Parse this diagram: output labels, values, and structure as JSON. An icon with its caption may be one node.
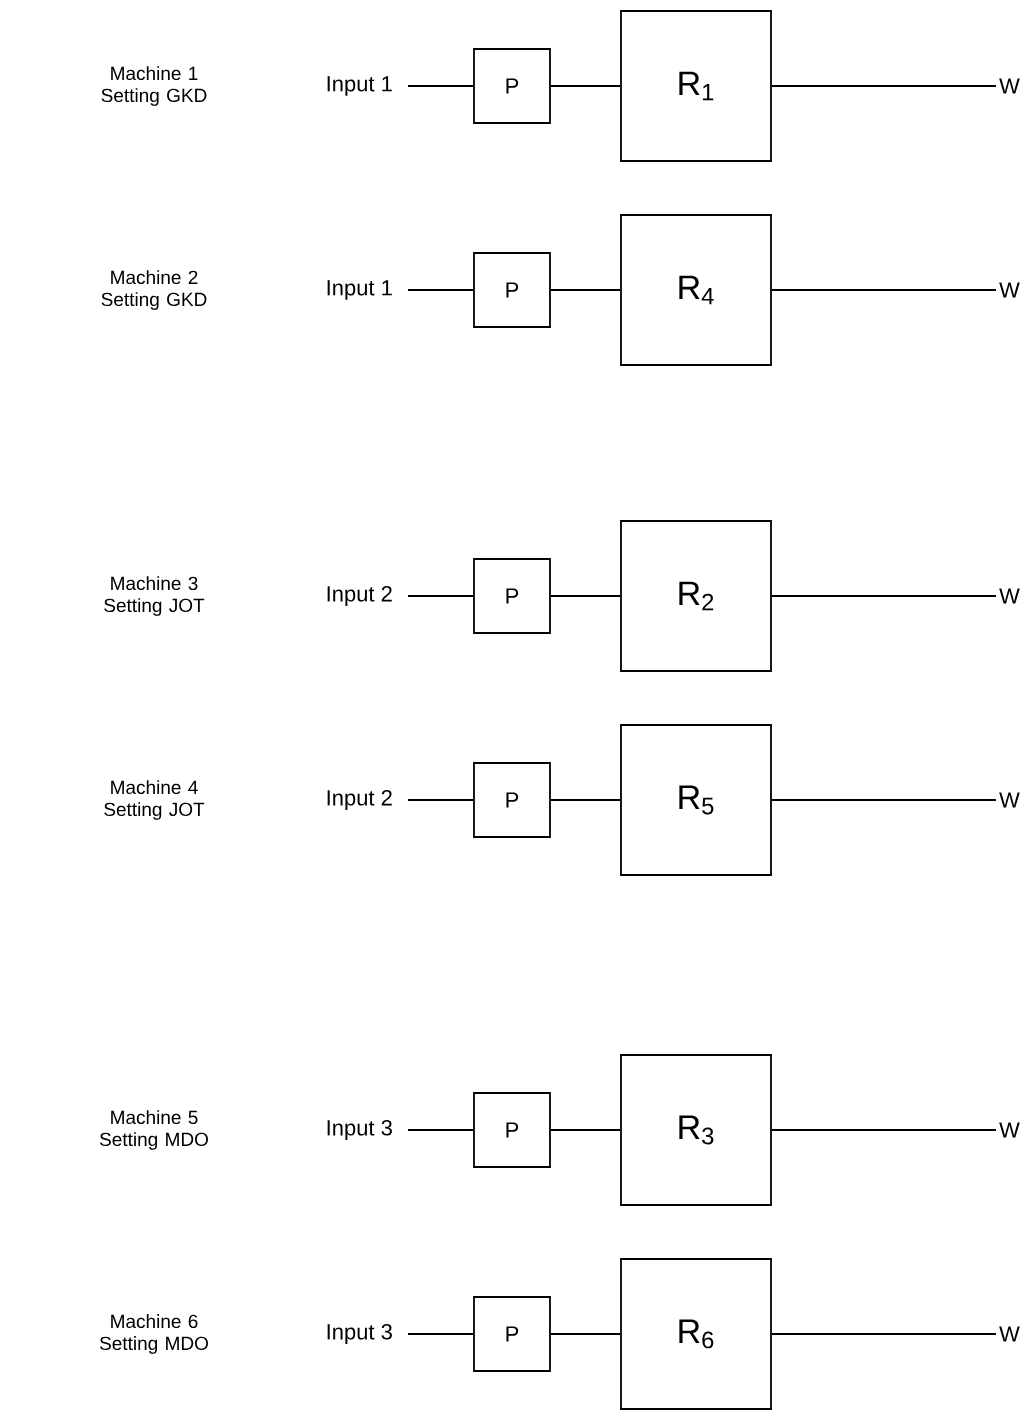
{
  "diagram": {
    "nodes": [
      {
        "text": [
          "Input 1"
        ]
      },
      {
        "text": [
          "P"
        ]
      },
      {
        "text": [
          "R$_{1}$"
        ]
      },
      {
        "text": [
          "W"
        ]
      },
      {
        "text": [
          "Input 1"
        ]
      },
      {
        "text": [
          "P"
        ]
      },
      {
        "text": [
          "R$_{4}$"
        ]
      },
      {
        "text": [
          "W"
        ]
      },
      {
        "text": [
          "Input 2"
        ]
      },
      {
        "text": [
          "P"
        ]
      },
      {
        "text": [
          "R$_{2}$"
        ]
      },
      {
        "text": [
          "W"
        ]
      },
      {
        "text": [
          "Input 2"
        ]
      },
      {
        "text": [
          "P"
        ]
      },
      {
        "text": [
          "R$_{5}$"
        ]
      },
      {
        "text": [
          "W"
        ]
      },
      {
        "text": [
          "Input 3"
        ]
      },
      {
        "text": [
          "P"
        ]
      },
      {
        "text": [
          "R$_{3}$"
        ]
      },
      {
        "text": [
          "W"
        ]
      },
      {
        "text": [
          "Input 3"
        ]
      },
      {
        "text": [
          "P"
        ]
      },
      {
        "text": [
          "R$_{6}$"
        ]
      },
      {
        "text": [
          "W"
        ]
      }
    ],
    "edges": [
      {
        "from": 0,
        "to": 1,
        "arrow": "none"
      },
      {
        "from": 1,
        "to": 2,
        "arrow": "none"
      },
      {
        "from": 2,
        "to": 3,
        "arrow": "none"
      },
      {
        "from": 4,
        "to": 5,
        "arrow": "none"
      },
      {
        "from": 5,
        "to": 6,
        "arrow": "none"
      },
      {
        "from": 6,
        "to": 7,
        "arrow": "none"
      },
      {
        "from": 8,
        "to": 9,
        "arrow": "none"
      },
      {
        "from": 9,
        "to": 10,
        "arrow": "none"
      },
      {
        "from": 10,
        "to": 11,
        "arrow": "none"
      },
      {
        "from": 12,
        "to": 13,
        "arrow": "none"
      },
      {
        "from": 13,
        "to": 14,
        "arrow": "none"
      },
      {
        "from": 14,
        "to": 15,
        "arrow": "none"
      },
      {
        "from": 16,
        "to": 17,
        "arrow": "none"
      },
      {
        "from": 17,
        "to": 18,
        "arrow": "none"
      },
      {
        "from": 18,
        "to": 19,
        "arrow": "none"
      },
      {
        "from": 20,
        "to": 21,
        "arrow": "none"
      },
      {
        "from": 21,
        "to": 22,
        "arrow": "none"
      },
      {
        "from": 22,
        "to": 23,
        "arrow": "none"
      }
    ],
    "labels": [
      "Machine 1 Setting GKD",
      "Machine 2 Setting GKD",
      "Machine 3 Setting JOT",
      "Machine 4 Setting JOT",
      "Machine 5 Setting MDO",
      "Machine 6 Setting MDO"
    ]
  }
}
